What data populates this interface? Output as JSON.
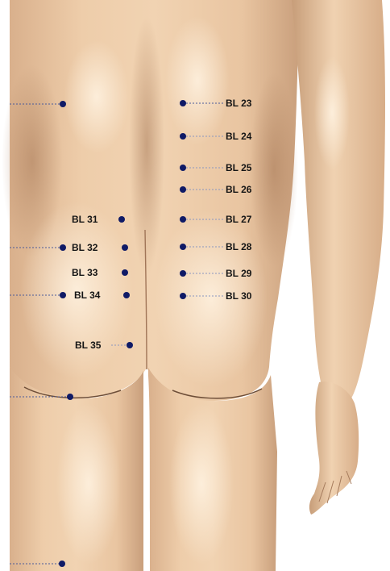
{
  "colors": {
    "skin": "#eccaa8",
    "skin_light": "#f8e2c8",
    "skin_shadow": "#c79d79",
    "point": "#0f1a66",
    "leader": "#4a5a9a",
    "label": "#151515"
  },
  "points": [
    {
      "id": "BL 23",
      "label": "BL 23"
    },
    {
      "id": "BL 24",
      "label": "BL 24"
    },
    {
      "id": "BL 25",
      "label": "BL 25"
    },
    {
      "id": "BL 26",
      "label": "BL 26"
    },
    {
      "id": "BL 27",
      "label": "BL 27"
    },
    {
      "id": "BL 28",
      "label": "BL 28"
    },
    {
      "id": "BL 29",
      "label": "BL 29"
    },
    {
      "id": "BL 30",
      "label": "BL 30"
    },
    {
      "id": "BL 31",
      "label": "BL 31"
    },
    {
      "id": "BL 32",
      "label": "BL 32"
    },
    {
      "id": "BL 33",
      "label": "BL 33"
    },
    {
      "id": "BL 34",
      "label": "BL 34"
    },
    {
      "id": "BL 35",
      "label": "BL 35"
    }
  ]
}
